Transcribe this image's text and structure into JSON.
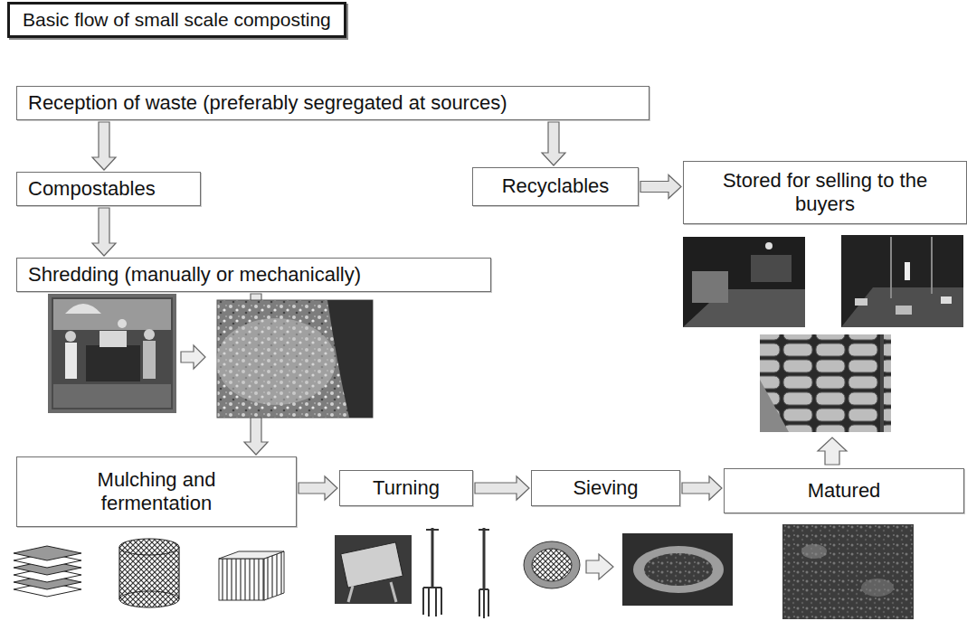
{
  "diagram": {
    "title": "Basic flow of small scale composting",
    "nodes": [
      {
        "text": [
          "Reception of waste (preferably segregated at sources)"
        ]
      },
      {
        "text": [
          "Compostables"
        ]
      },
      {
        "text": [
          "Recyclables"
        ]
      },
      {
        "text": [
          "Stored for selling to the buyers"
        ]
      },
      {
        "text": [
          "Shredding (manually or mechanically)"
        ]
      },
      {
        "text": [
          "Mulching and fermentation"
        ]
      },
      {
        "text": [
          "Turning"
        ]
      },
      {
        "text": [
          "Sieving"
        ]
      },
      {
        "text": [
          "Matured"
        ]
      }
    ],
    "edges": [
      {
        "from": 0,
        "to": 1,
        "arrow": "to"
      },
      {
        "from": 0,
        "to": 2,
        "arrow": "to"
      },
      {
        "from": 1,
        "to": 4,
        "arrow": "to"
      },
      {
        "from": 2,
        "to": 3,
        "arrow": "to"
      },
      {
        "from": 4,
        "to": 5,
        "arrow": "to"
      },
      {
        "from": 5,
        "to": 6,
        "arrow": "to"
      },
      {
        "from": 6,
        "to": 7,
        "arrow": "to"
      },
      {
        "from": 7,
        "to": 8,
        "arrow": "to"
      }
    ]
  }
}
